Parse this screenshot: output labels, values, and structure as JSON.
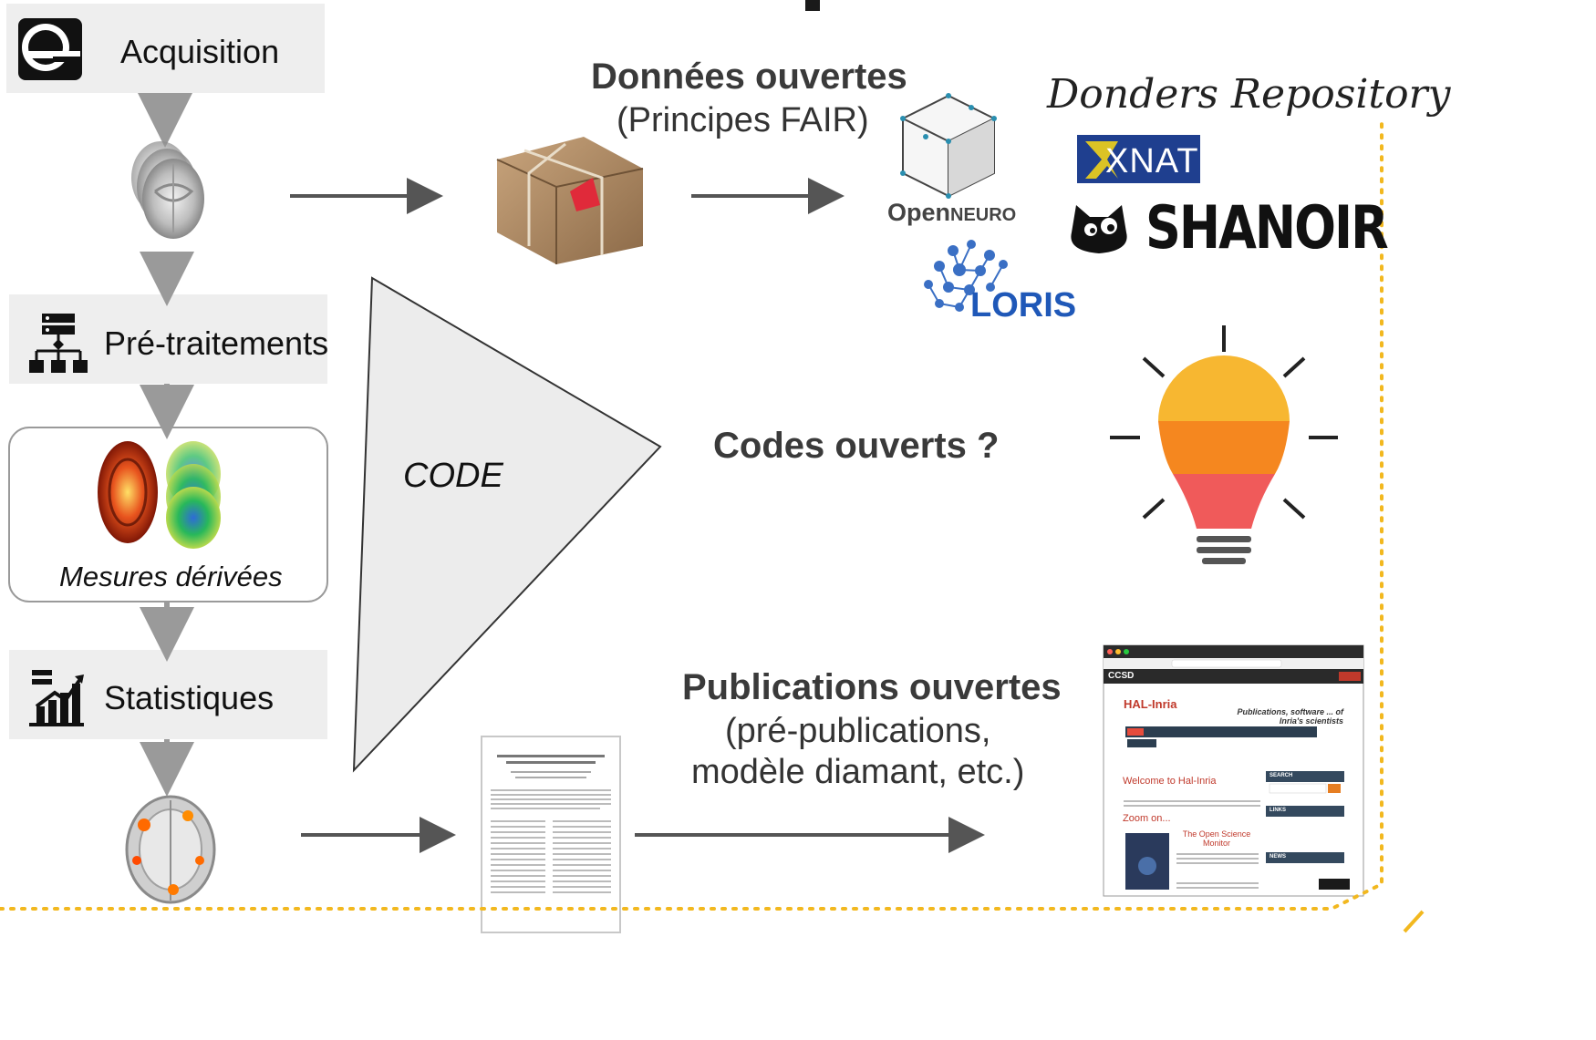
{
  "pipeline": {
    "acquisition": "Acquisition",
    "preprocessing": "Pré-traitements",
    "derived_measures": "Mesures dérivées",
    "statistics": "Statistiques"
  },
  "code_label": "CODE",
  "open_data": {
    "title": "Données ouvertes",
    "subtitle": "(Principes FAIR)"
  },
  "open_code": {
    "title": "Codes ouverts ?"
  },
  "open_publications": {
    "title": "Publications ouvertes",
    "subtitle_line1": "(pré-publications,",
    "subtitle_line2": "modèle diamant, etc.)"
  },
  "repositories": {
    "donders": "Donders Repository",
    "xnat": "XNAT",
    "shanoir": "SHANOIR",
    "openneuro_open": "Open",
    "openneuro_neuro": "NEURO",
    "loris": "LORIS"
  },
  "hal_screenshot": {
    "brand": "CCSD",
    "logo": "HAL-Inria",
    "tagline": "Publications, software ... of Inria's scientists",
    "welcome": "Welcome to Hal-Inria",
    "zoom": "Zoom on...",
    "monitor_title": "The Open Science Monitor",
    "search_label": "SEARCH",
    "links_label": "LINKS",
    "news_label": "NEWS"
  },
  "colors": {
    "accent_dotted": "#f2b81f",
    "step_bg": "#eeeeee",
    "arrow": "#555555",
    "bulb_top": "#f7b731",
    "bulb_mid": "#f5871f",
    "bulb_bottom": "#f05a5a"
  }
}
